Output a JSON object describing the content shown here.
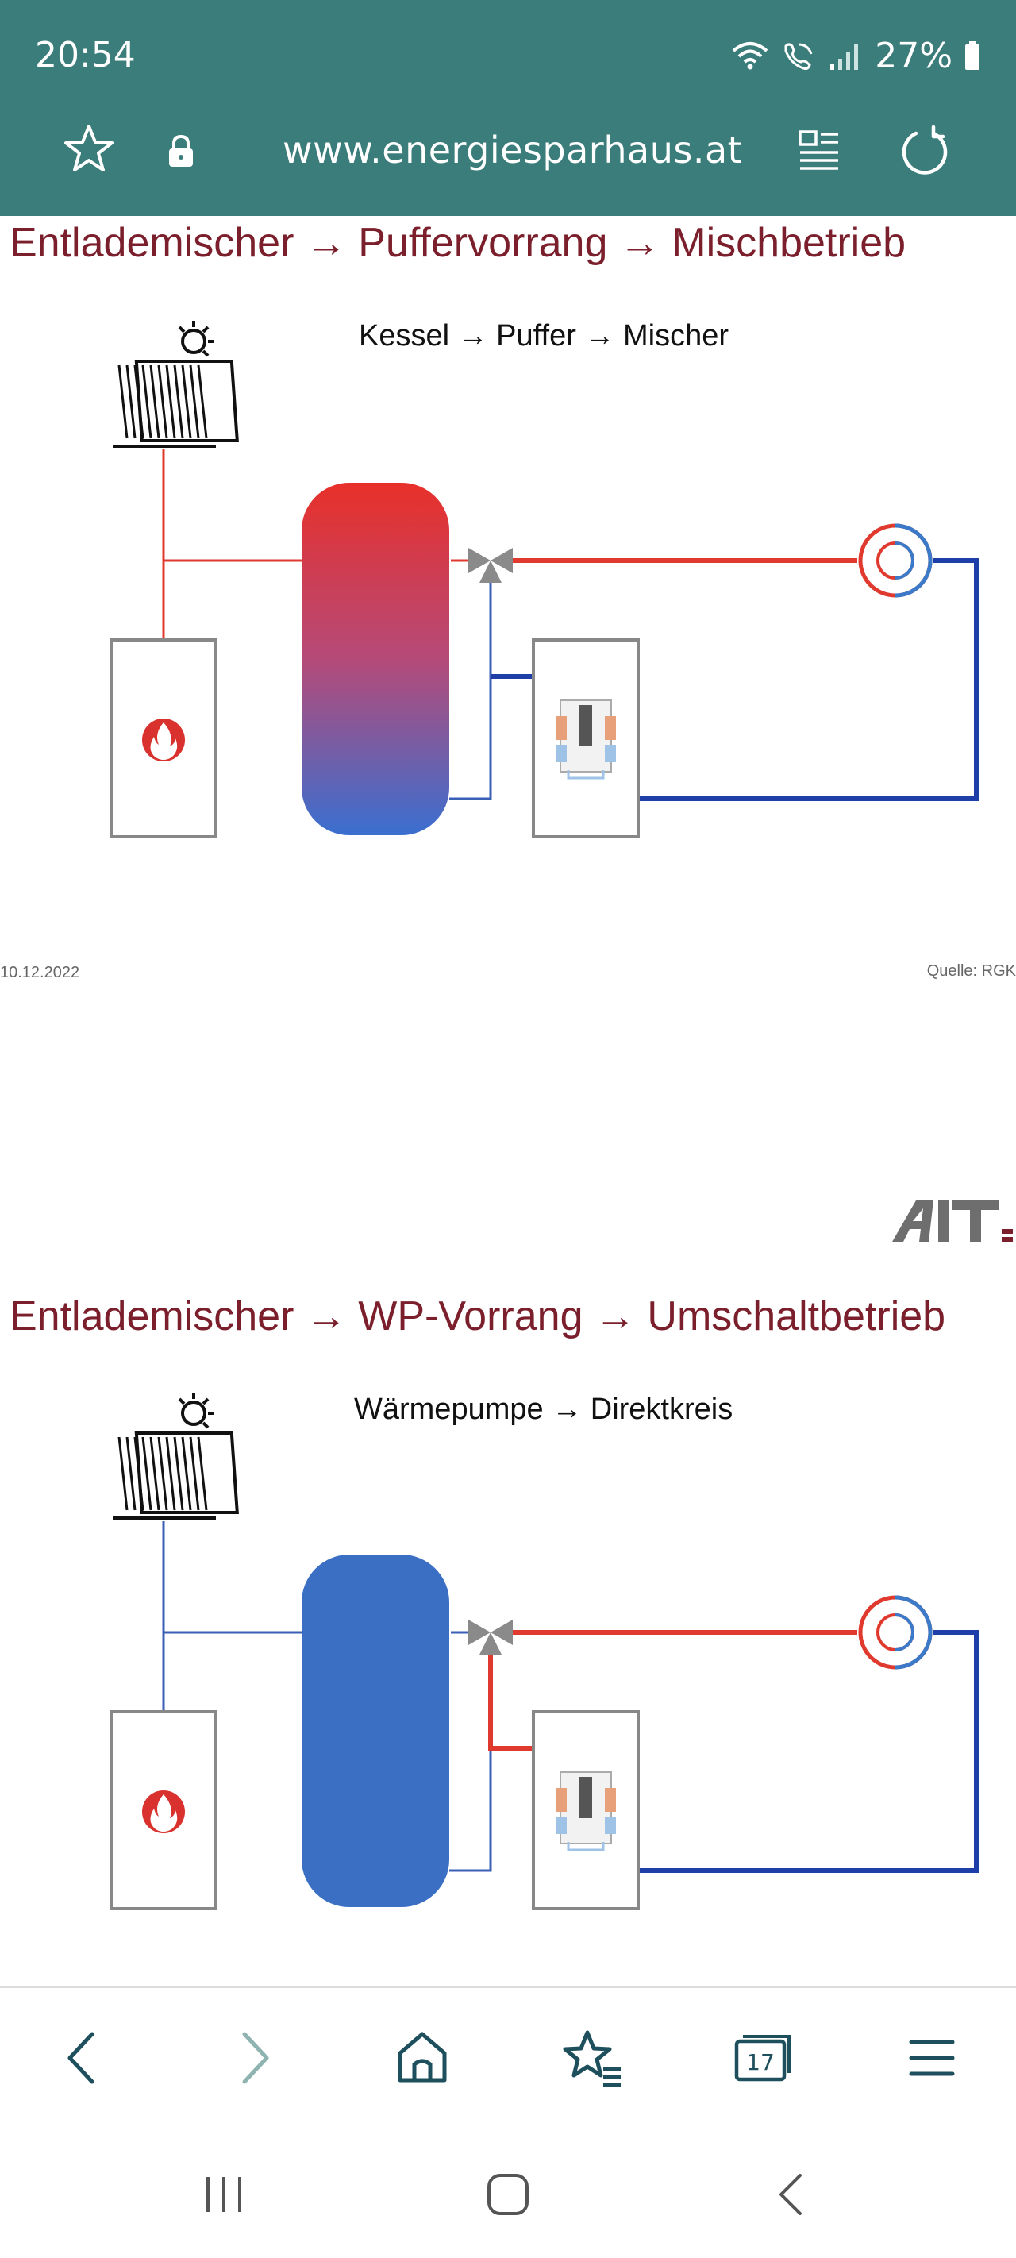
{
  "status_bar": {
    "time": "20:54",
    "battery": "27%"
  },
  "browser": {
    "url": "www.energiesparhaus.at"
  },
  "slide1": {
    "title": "Entlademischer → Puffervorrang → Mischbetrieb",
    "caption": "Kessel → Puffer → Mischer",
    "date": "10.12.2022",
    "source": "Quelle: RGK"
  },
  "slide2": {
    "title": "Entlademischer → WP-Vorrang → Umschaltbetrieb",
    "caption": "Wärmepumpe → Direktkreis",
    "logo_text": "AIT"
  },
  "tabs": {
    "count": "17"
  },
  "colors": {
    "topbar": "#3a7d7a",
    "title": "#7a1f2b",
    "hot": "#e03a2f",
    "cold": "#1f3fa8",
    "tank_blue": "#3a6fc4",
    "nav_icon": "#1e4f5c"
  }
}
